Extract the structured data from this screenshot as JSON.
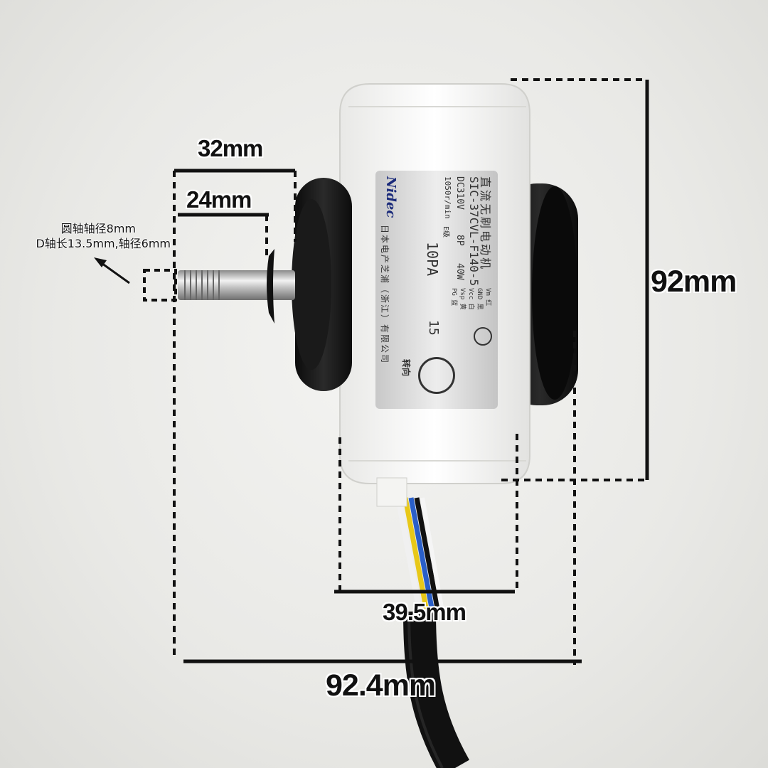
{
  "dimensions": {
    "shaft_outer": "32mm",
    "shaft_inner": "24mm",
    "height": "92mm",
    "connector_width": "39.5mm",
    "total_width": "92.4mm"
  },
  "shaft_note": {
    "line1": "圆轴轴径8mm",
    "line2": "D轴长13.5mm,轴径6mm"
  },
  "motor_label": {
    "brand": "Nidec",
    "title": "直流无刷电动机",
    "model": "SIC-37CVL-F140-5",
    "voltage": "DC310V",
    "poles": "8P",
    "power": "40W",
    "speed": "1050r/min",
    "grade": "E级",
    "lot": "10PA",
    "lot_num": "15",
    "wires": [
      "Vm 红",
      "GND 黑",
      "Vcc 白",
      "Vsp 黄",
      "PG 蓝"
    ],
    "direction": "转向",
    "maker": "日本电产芝浦（浙江）有限公司"
  }
}
